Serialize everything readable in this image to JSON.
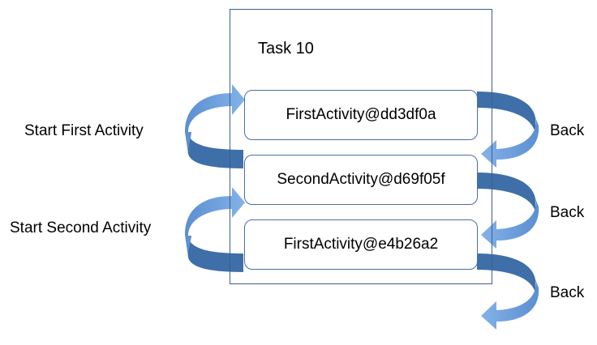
{
  "task": {
    "title": "Task 10"
  },
  "stack": [
    {
      "activity": "FirstActivity@dd3df0a"
    },
    {
      "activity": "SecondActivity@d69f05f"
    },
    {
      "activity": "FirstActivity@e4b26a2"
    }
  ],
  "actions": {
    "start_first": "Start First Activity",
    "start_second": "Start Second Activity"
  },
  "back": [
    {
      "label": "Back"
    },
    {
      "label": "Back"
    },
    {
      "label": "Back"
    }
  ],
  "colors": {
    "arrow_light": "#6d9fdc",
    "arrow_dark": "#3f6fa8",
    "border": "#4a6fa5"
  }
}
